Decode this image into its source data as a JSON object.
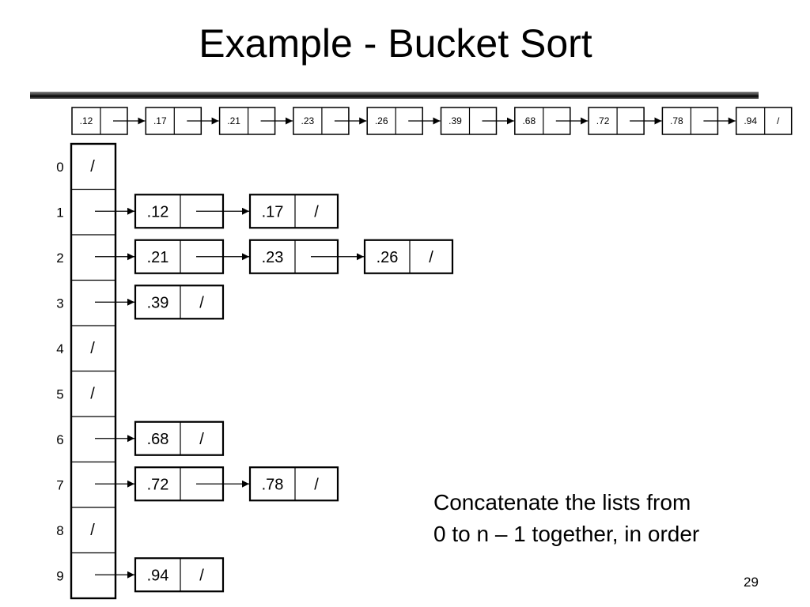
{
  "title": "Example - Bucket Sort",
  "input_array": [
    ".12",
    ".17",
    ".21",
    ".23",
    ".26",
    ".39",
    ".68",
    ".72",
    ".78",
    ".94"
  ],
  "null_symbol": "/",
  "bucket_indices": [
    "0",
    "1",
    "2",
    "3",
    "4",
    "5",
    "6",
    "7",
    "8",
    "9"
  ],
  "buckets": [
    [],
    [
      ".12",
      ".17"
    ],
    [
      ".21",
      ".23",
      ".26"
    ],
    [
      ".39"
    ],
    [],
    [],
    [
      ".68"
    ],
    [
      ".72",
      ".78"
    ],
    [],
    [
      ".94"
    ]
  ],
  "caption": {
    "line1": "Concatenate the lists from",
    "line2": "0 to n – 1 together, in order"
  },
  "page_number": "29"
}
